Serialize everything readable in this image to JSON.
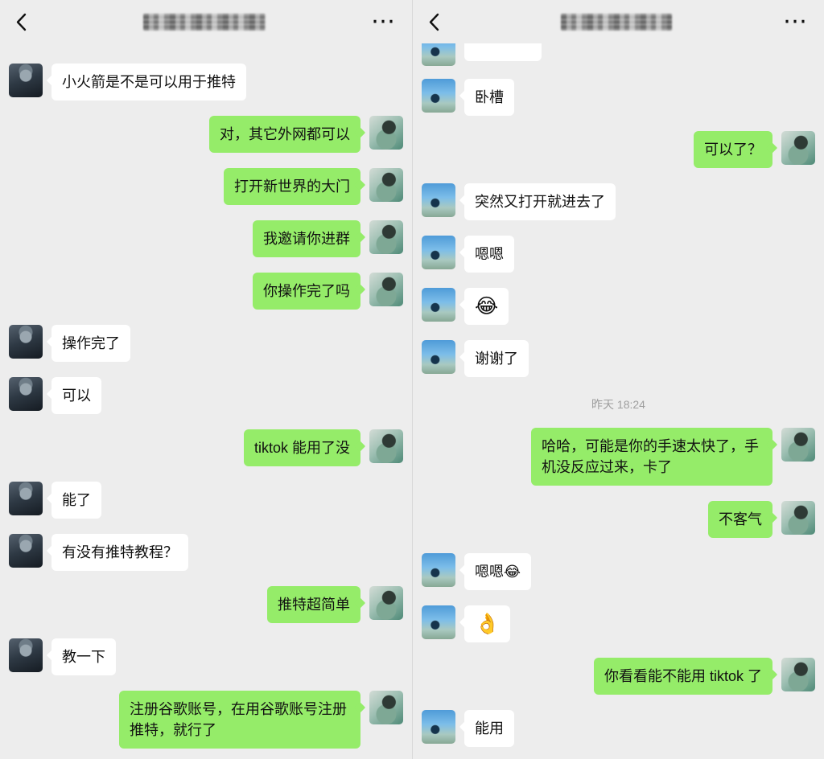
{
  "colors": {
    "background": "#ededed",
    "bubble_green": "#95ec69",
    "bubble_white": "#ffffff",
    "text": "#111111",
    "timestamp_text": "#9e9e9e"
  },
  "icons": {
    "back": "chevron-left",
    "more": "⋯"
  },
  "left_chat": {
    "messages": [
      {
        "side": "left",
        "text": "小火箭是不是可以用于推特"
      },
      {
        "side": "right",
        "text": "对，其它外网都可以"
      },
      {
        "side": "right",
        "text": "打开新世界的大门"
      },
      {
        "side": "right",
        "text": "我邀请你进群"
      },
      {
        "side": "right",
        "text": "你操作完了吗"
      },
      {
        "side": "left",
        "text": "操作完了"
      },
      {
        "side": "left",
        "text": "可以"
      },
      {
        "side": "right",
        "text": "tiktok 能用了没"
      },
      {
        "side": "left",
        "text": "能了"
      },
      {
        "side": "left",
        "text": "有没有推特教程？"
      },
      {
        "side": "right",
        "text": "推特超简单"
      },
      {
        "side": "left",
        "text": "教一下"
      },
      {
        "side": "right",
        "text": "注册谷歌账号，在用谷歌账号注册推特，就行了"
      }
    ]
  },
  "right_chat": {
    "timestamp": "昨天 18:24",
    "messages": [
      {
        "side": "left",
        "text": "卧槽"
      },
      {
        "side": "right",
        "text": "可以了？"
      },
      {
        "side": "left",
        "text": "突然又打开就进去了"
      },
      {
        "side": "left",
        "text": "嗯嗯"
      },
      {
        "side": "left",
        "text": "😂"
      },
      {
        "side": "left",
        "text": "谢谢了"
      },
      {
        "side": "right",
        "text": "哈哈，可能是你的手速太快了，手机没反应过来，卡了"
      },
      {
        "side": "right",
        "text": "不客气"
      },
      {
        "side": "left",
        "text": "嗯嗯😂"
      },
      {
        "side": "left",
        "text": "👌"
      },
      {
        "side": "right",
        "text": "你看看能不能用 tiktok 了"
      },
      {
        "side": "left",
        "text": "能用"
      }
    ]
  }
}
